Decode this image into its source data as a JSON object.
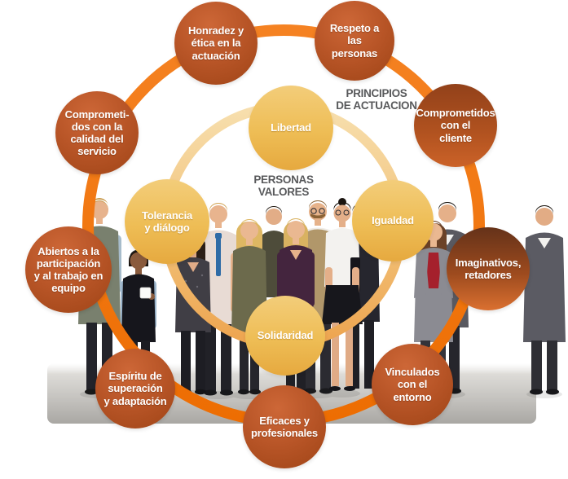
{
  "diagram": {
    "headers": {
      "principios": "PRINCIPIOS\nDE ACTUACION",
      "personas": "PERSONAS\nVALORES"
    },
    "outer_bubbles": [
      {
        "id": "honradez",
        "label": "Honradez y\nética en la\nactuación"
      },
      {
        "id": "respeto",
        "label": "Respeto a\nlas\npersonas"
      },
      {
        "id": "calidad",
        "label": "Comprometi-\ndos con la\ncalidad del\nservicio"
      },
      {
        "id": "cliente",
        "label": "Comprometidos\ncon el\ncliente"
      },
      {
        "id": "abiertos",
        "label": "Abiertos a la\nparticipación\ny al trabajo en\nequipo"
      },
      {
        "id": "imaginativos",
        "label": "Imaginativos,\nretadores"
      },
      {
        "id": "espiritu",
        "label": "Espíritu de\nsuperación\ny adaptación"
      },
      {
        "id": "vinculados",
        "label": "Vinculados\ncon el\nentorno"
      },
      {
        "id": "eficaces",
        "label": "Eficaces y\nprofesionales"
      }
    ],
    "inner_bubbles": [
      {
        "id": "libertad",
        "label": "Libertad"
      },
      {
        "id": "tolerancia",
        "label": "Tolerancia\ny diálogo"
      },
      {
        "id": "igualdad",
        "label": "Igualdad"
      },
      {
        "id": "solidaridad",
        "label": "Solidaridad"
      }
    ],
    "colors": {
      "outer_ring": "#f1770d",
      "inner_ring_top": "#f7dfae",
      "inner_ring_bottom": "#eda44f",
      "outer_bubble_light": "#cd6737",
      "outer_bubble_dark": "#9a4115",
      "inner_bubble_top": "#f3cd7a",
      "inner_bubble_bottom": "#e6a93f",
      "bubble_text": "#ffffff",
      "header_text": "#58595b"
    },
    "center_image_name": "team-photo"
  }
}
